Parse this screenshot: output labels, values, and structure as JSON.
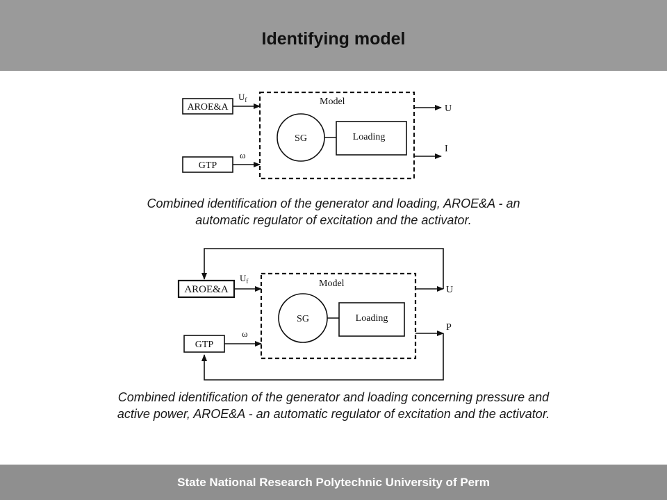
{
  "header": {
    "title": "Identifying model",
    "background": "#9a9a9a"
  },
  "footer": {
    "text": "State National Research Polytechnic University of Perm",
    "background": "#8f8f8f"
  },
  "diagram1": {
    "model_label": "Model",
    "sg_label": "SG",
    "loading_label": "Loading",
    "aroe_label": "AROE&A",
    "gtp_label": "GTP",
    "uf_label": "U",
    "uf_sub": "f",
    "omega_label": "ω",
    "out_top": "U",
    "out_bottom": "I",
    "caption_line1": "Combined identification of the generator and loading, AROE&A - an",
    "caption_line2": "automatic regulator of excitation and the activator."
  },
  "diagram2": {
    "model_label": "Model",
    "sg_label": "SG",
    "loading_label": "Loading",
    "aroe_label": "AROE&A",
    "gtp_label": "GTP",
    "uf_label": "U",
    "uf_sub": "f",
    "omega_label": "ω",
    "out_top": "U",
    "out_bottom": "P",
    "caption_line1": "Combined identification of the generator and loading concerning pressure and",
    "caption_line2": "active power, AROE&A - an automatic regulator of excitation and the activator."
  }
}
